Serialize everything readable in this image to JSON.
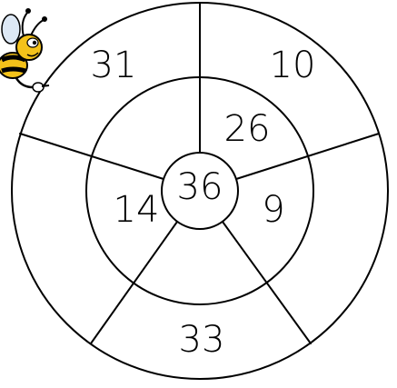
{
  "target": {
    "center_value": "36",
    "inner_ring": [
      "26",
      "9",
      "14"
    ],
    "outer_ring": [
      "31",
      "10",
      "33"
    ]
  },
  "mascot": {
    "icon": "bee-mascot-icon"
  }
}
